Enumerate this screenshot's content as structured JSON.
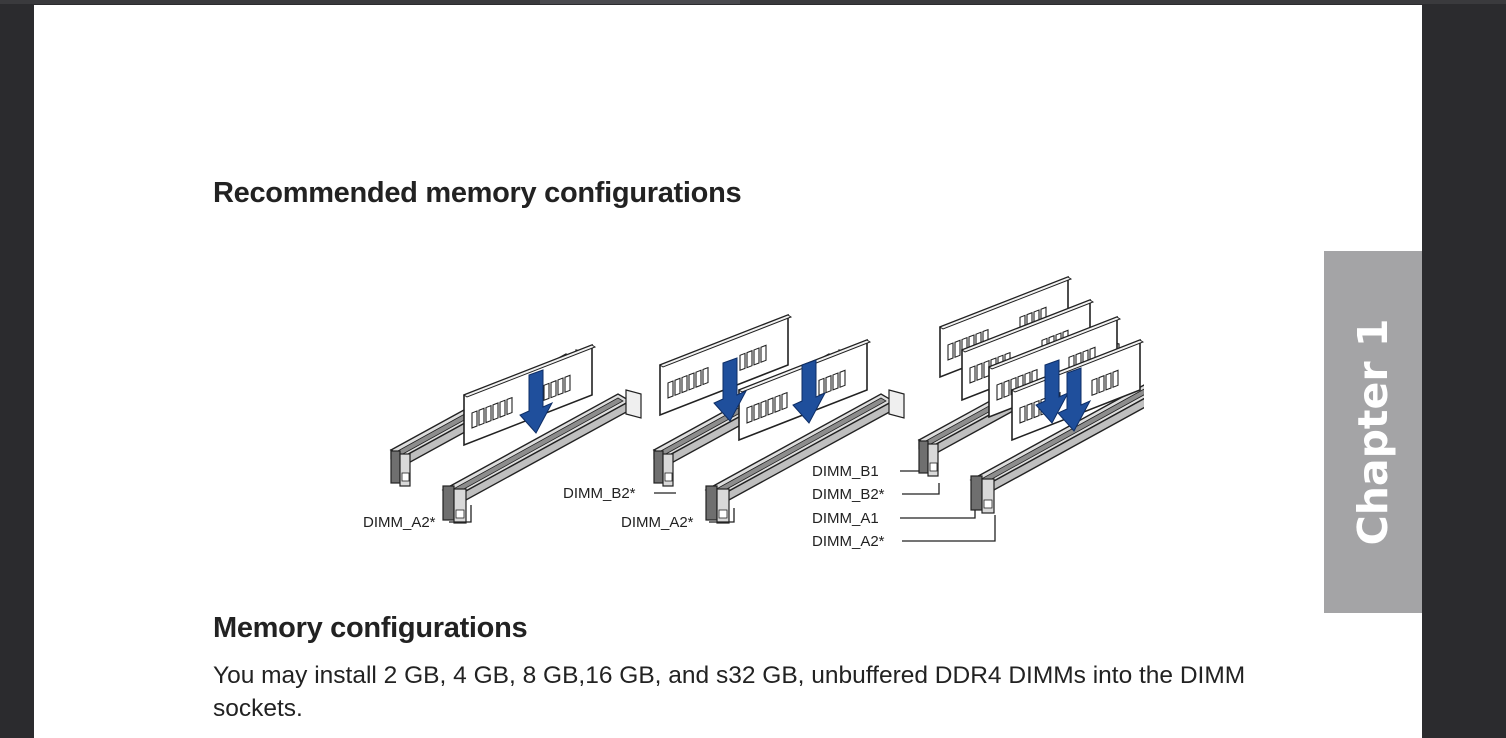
{
  "document": {
    "heading_recommended": "Recommended memory configurations",
    "heading_memory": "Memory configurations",
    "body_text": "You may install 2 GB, 4 GB, 8 GB,16 GB, and s32 GB, unbuffered DDR4 DIMMs into the DIMM sockets."
  },
  "sidebar": {
    "chapter_label": "Chapter 1"
  },
  "illustration": {
    "config1": {
      "label_a2": "DIMM_A2*"
    },
    "config2": {
      "label_b2": "DIMM_B2*",
      "label_a2": "DIMM_A2*"
    },
    "config3": {
      "label_b1": "DIMM_B1",
      "label_b2": "DIMM_B2*",
      "label_a1": "DIMM_A1",
      "label_a2": "DIMM_A2*"
    }
  },
  "colors": {
    "arrow": "#1f4f9c",
    "viewer_background": "#2b2b2e",
    "chapter_tab": "#a4a4a6",
    "page": "#ffffff"
  }
}
